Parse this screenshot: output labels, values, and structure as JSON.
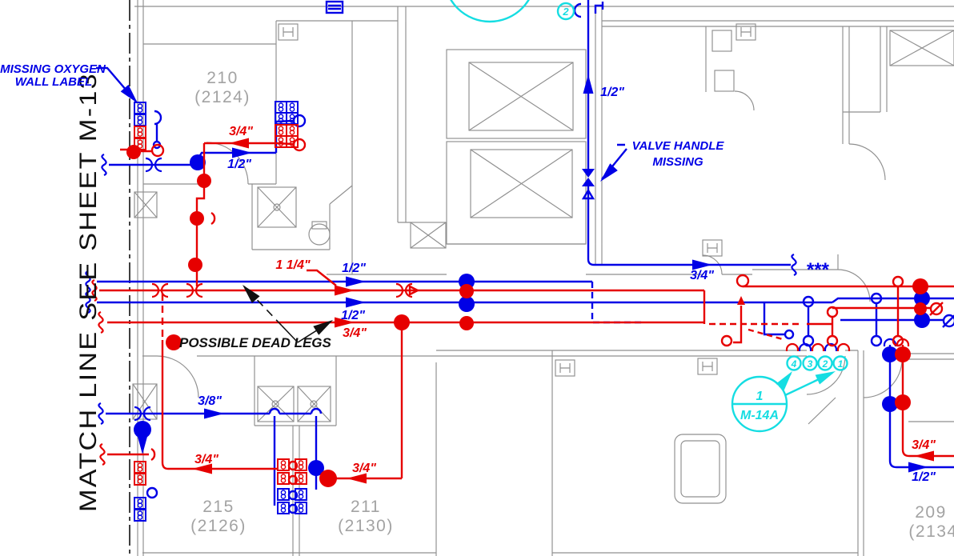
{
  "sheet": {
    "match_line_label": "MATCH LINE SEE SHEET M-13"
  },
  "annotations": {
    "missing_oxygen_line1": "MISSING OXYGEN",
    "missing_oxygen_line2": "WALL LABEL",
    "valve_handle_line1": "VALVE HANDLE",
    "valve_handle_line2": "MISSING",
    "possible_dead_legs": "POSSIBLE DEAD LEGS",
    "pipe_continuation_marks": "***"
  },
  "rooms": [
    {
      "number": "210",
      "code": "(2124)"
    },
    {
      "number": "215",
      "code": "(2126)"
    },
    {
      "number": "211",
      "code": "(2130)"
    },
    {
      "number": "209",
      "code": "(2134"
    }
  ],
  "pipe_sizes": {
    "room210_red": "3/4\"",
    "room210_blue": "1/2\"",
    "corridor_red_main": "1 1/4\"",
    "corridor_blue_upper": "1/2\"",
    "corridor_blue_lower": "1/2\"",
    "corridor_red_lower": "3/4\"",
    "riser_blue": "1/2\"",
    "corridor_blue_right": "3/4\"",
    "room215_blue": "3/8\"",
    "room215_red": "3/4\"",
    "room211_red": "3/4\"",
    "room209_red": "3/4\"",
    "room209_blue": "1/2\""
  },
  "callouts": {
    "detail_number": "1",
    "detail_sheet": "M-14A",
    "riser_tags": [
      "4",
      "3",
      "2",
      "1"
    ],
    "top_riser_tag": "2"
  },
  "colors": {
    "gas_line_red": "#e60000",
    "gas_line_blue": "#0000e6",
    "callout_cyan": "#15dde2",
    "walls_gray": "#8f8f8f",
    "room_label_gray": "#a3a3a3",
    "annotation_black": "#111111"
  }
}
